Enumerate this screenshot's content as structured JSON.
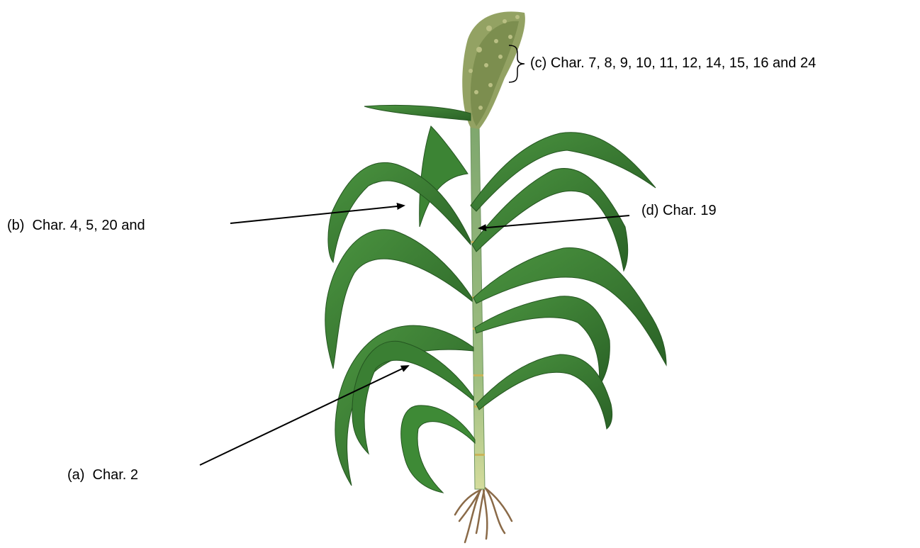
{
  "labels": {
    "c": "(c) Char. 7, 8, 9, 10, 11, 12, 14, 15, 16 and 24",
    "b": "(b)  Char. 4, 5, 20 and",
    "d": "(d) Char. 19",
    "a": "(a)  Char. 2"
  },
  "colors": {
    "leaf_dark": "#2f6b2a",
    "leaf_mid": "#3f8a35",
    "leaf_light": "#5aa04a",
    "stem": "#8fb27a",
    "stem_light": "#c9d89a",
    "panicle": "#9aa36a",
    "root": "#8a6a48",
    "arrow": "#000000"
  },
  "icons": {
    "pointer": "arrow-icon",
    "bracket": "curly-brace-icon"
  }
}
